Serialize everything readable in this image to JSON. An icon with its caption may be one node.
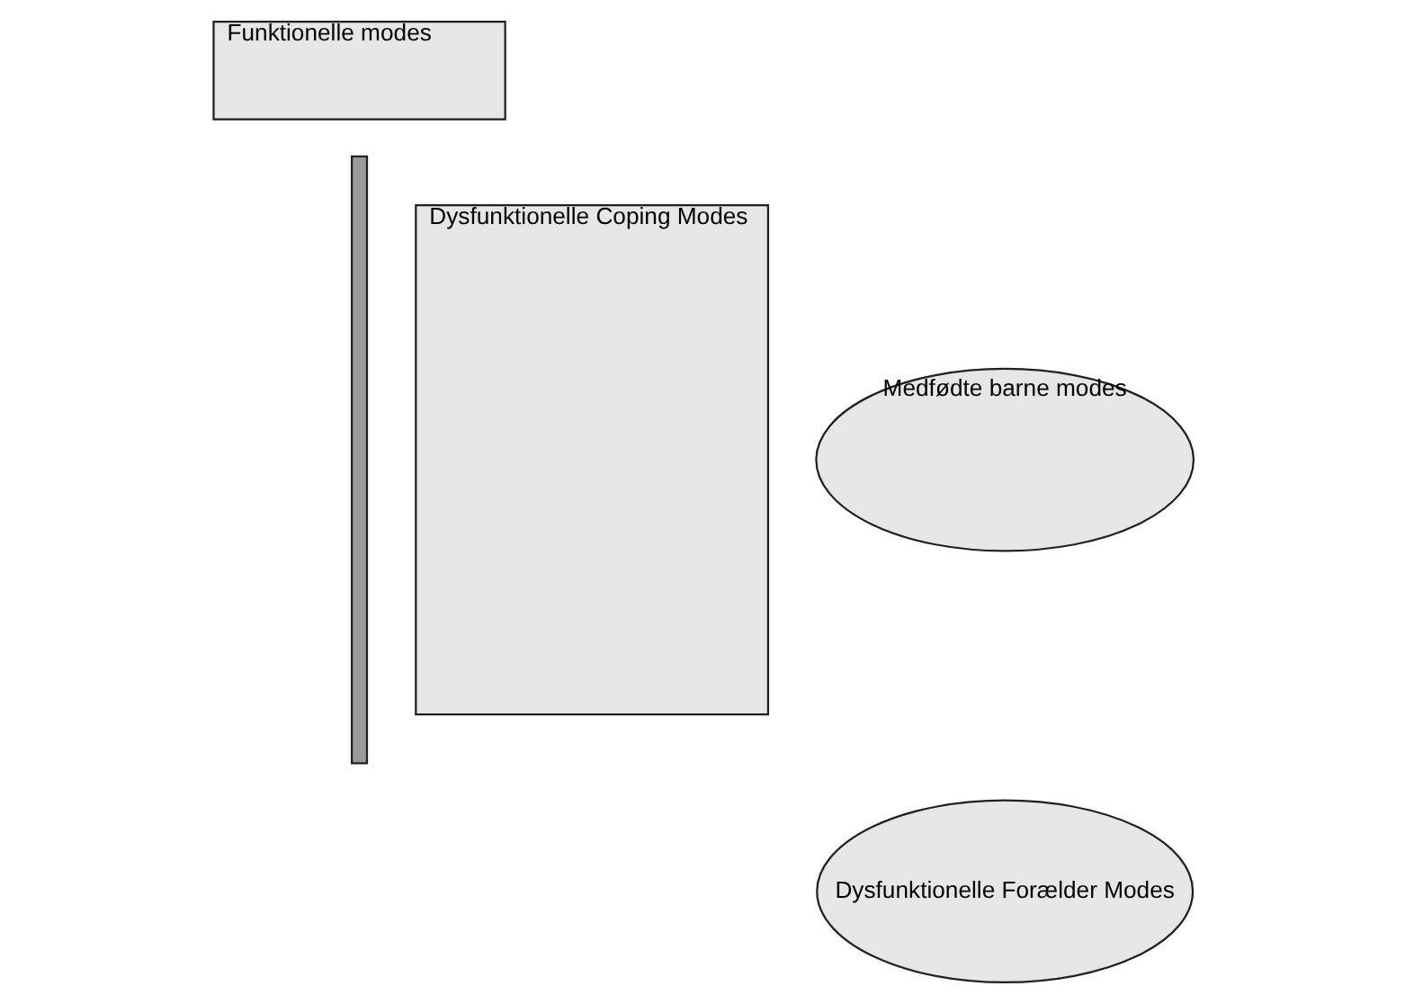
{
  "diagram": {
    "nodes": [
      {
        "text": [
          "Funktionelle modes"
        ]
      },
      {
        "text": [],
        "shape": "bar"
      },
      {
        "text": [
          "Dysfunktionelle Coping Modes"
        ]
      },
      {
        "text": [
          "Medfødte barne modes"
        ]
      },
      {
        "text": [
          "Dysfunktionelle Forælder Modes"
        ]
      }
    ],
    "edges": []
  }
}
